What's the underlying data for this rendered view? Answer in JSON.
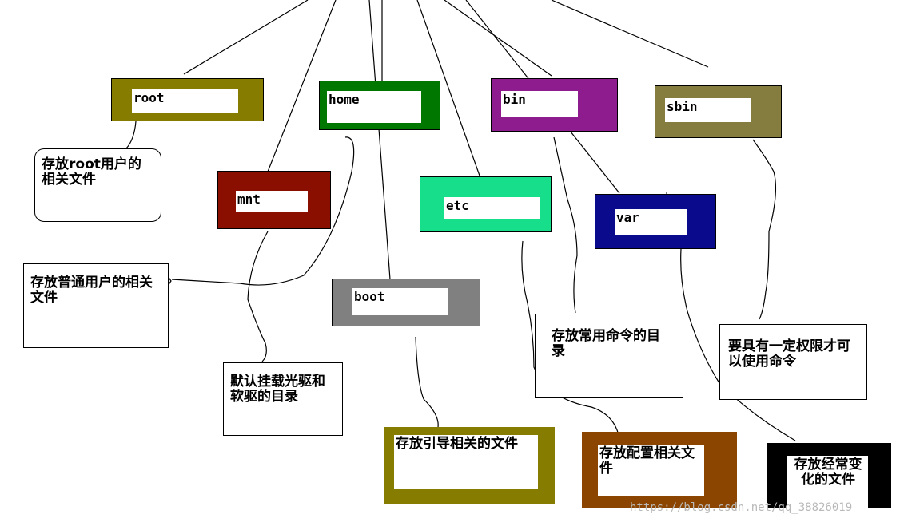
{
  "directories": {
    "root": {
      "label": "root",
      "color": "#857c00"
    },
    "home": {
      "label": "home",
      "color": "#007800"
    },
    "bin": {
      "label": "bin",
      "color": "#8e1c8e"
    },
    "sbin": {
      "label": "sbin",
      "color": "#857d40"
    },
    "mnt": {
      "label": "mnt",
      "color": "#8b0f00"
    },
    "etc": {
      "label": "etc",
      "color": "#17de8b"
    },
    "var": {
      "label": "var",
      "color": "#0a0a8c"
    },
    "boot": {
      "label": "boot",
      "color": "#808080"
    }
  },
  "notes": {
    "root": "存放root用户的相关文件",
    "home": "存放普通用户的相关文件",
    "mnt": "默认挂载光驱和软驱的目录",
    "bin": "存放常用命令的目录",
    "sbin": "要具有一定权限才可以使用命令",
    "boot": "存放引导相关的文件",
    "etc": "存放配置相关文件",
    "var": "存放经常变化的文件"
  },
  "note_colors": {
    "boot": "#857c00",
    "etc": "#8b4500",
    "var": "#000000"
  },
  "watermark": "https://blog.csdn.net/qq_38826019"
}
